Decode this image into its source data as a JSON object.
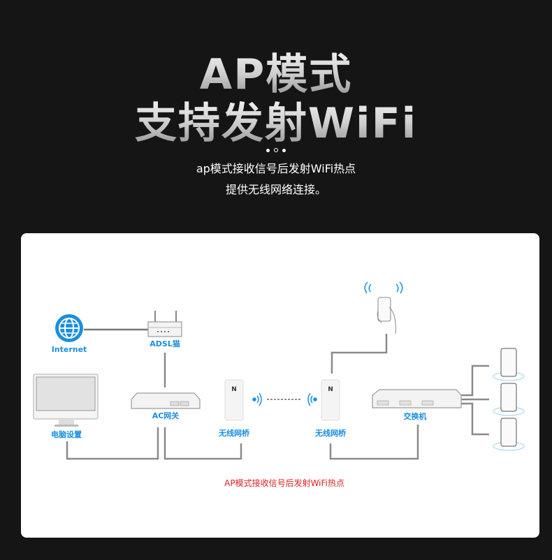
{
  "header": {
    "title_line1": "AP模式",
    "title_line2": "支持发射WiFi",
    "subtitle_line1": "ap模式接收信号后发射WiFi热点",
    "subtitle_line2": "提供无线网络连接。"
  },
  "diagram": {
    "labels": {
      "internet": "Internet",
      "adsl": "ADSL猫",
      "pc": "电脑设置",
      "ac_gateway": "AC网关",
      "bridge_left": "无线网桥",
      "bridge_right": "无线网桥",
      "switch": "交换机",
      "bridge_logo": "N"
    },
    "caption": "AP模式接收信号后发射WiFi热点",
    "colors": {
      "accent": "#1a8fe0",
      "caption": "#e02020",
      "background": "#151515"
    }
  }
}
